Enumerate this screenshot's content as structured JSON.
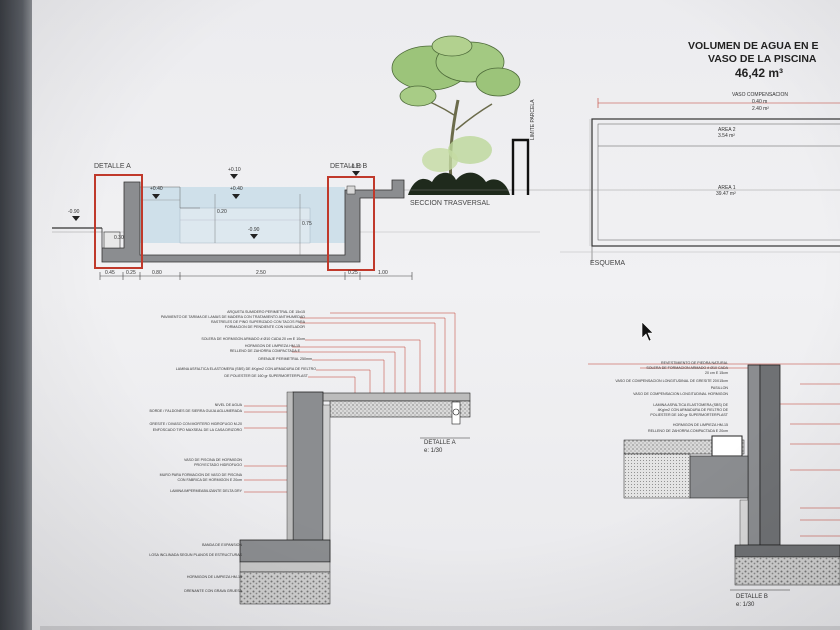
{
  "header": {
    "title_line1": "VOLUMEN DE AGUA EN E",
    "title_line2": "VASO DE LA PISCINA",
    "volume": "46,42 m³"
  },
  "plan": {
    "top_caption": "VASO COMPENSACION",
    "top_sub1": "0.40 m",
    "top_sub2": "2.40 m²",
    "area2_label": "AREA 2",
    "area2_value": "3.54 m²",
    "area1_label": "AREA 1",
    "area1_value": "39.47 m²",
    "corner_label": "ESQUEMA"
  },
  "section": {
    "detail_a": "DETALLE A",
    "detail_b": "DETALLE B",
    "section_label": "SECCION TRASVERSAL",
    "limit_label": "LIMITE PARCELA",
    "levels": [
      "+0.40",
      "+0.40",
      "+0.10",
      "-0.90",
      "-0.10",
      "-0.90"
    ],
    "dims": [
      "0.45",
      "0.25",
      "0.80",
      "2.50",
      "0.25",
      "1.00",
      "0.75",
      "0.20",
      "0.30"
    ]
  },
  "detail_a": {
    "caption": "DETALLE A",
    "scale": "e:   1/30",
    "notes_top": [
      "ARQUETA SUMIDERO PERIMETRAL DE 15x15",
      "PAVIMENTO DE TARIMA DE LAMAS DE MADERA CON TRATAMIENTO ANTIHUMEDAD",
      "RASTRELES DE PINO SUPERIZADO CON TACOS PARA",
      "FORMACION DE PENDIENTE CON NIVELADOR",
      "SOLERA DE HORMIGON ARMADO # Ø10 CADA 20 cm E 10cm",
      "HORMIGON DE LIMPIEZA HM-15",
      "RELLENO DE ZAHORRA COMPACTADA E",
      "DRENAJE PERIMETRAL 250mm",
      "LAMINA ASFALTICA ELASTOMERA (SBS) DE 4Kg/m2 CON ARMADURA DE FIELTRO",
      "DE POLIESTER DE 160 gr SUPERMORTERPLAST"
    ],
    "notes_left": [
      "NIVEL DE AGUA",
      "BORDE / FALDONES DE SIERRA GUIJA AGLUMERADA",
      "GRESITE / DIVASO CON MORTERO HIDROFUGO M-20",
      "ENFOSCADO TIPO MAXSEAL DE LA CASA DRIZORO",
      "VASO DE PISCINA DE HORMIGON",
      "PROYECTADO HIDROFUGO",
      "MURO PARA FORMACION DE VASO DE PISCINA",
      "CON FABRICA DE HORMIGON E 20cm",
      "LAMINA IMPERMEABILIZANTE DELTA DRY",
      "BANDA DE EXPANSION",
      "LOSA INCLINADA SEGUN PLANOS DE ESTRUCTURAS",
      "HORMIGON DE LIMPIEZA HM-15",
      "DRENANTE CON GRAVA GRUESA"
    ]
  },
  "detail_b": {
    "caption": "DETALLE B",
    "scale": "e:   1/30",
    "notes": [
      "REVESTIMIENTO DE PIEDRA NATURAL",
      "SOLERA DE FORMACION ARMADO # Ø10 CADA",
      "20 cm E 15cm",
      "VASO DE COMPENSACION LONGITUDINAL DE GRESITE 20X15cm",
      "PASILLON",
      "VASO DE COMPENSACION LONGITUDINAL HORMIGON",
      "LAMINA ASFALTICA ELASTOMERA (SBS) DE",
      "4Kg/m2 CON ARMADURA DE FIELTRO DE",
      "POLIESTER DE 160 gr SUPERMORTERPLAST",
      "HORMIGON DE LIMPIEZA HM-15",
      "RELLENO DE ZAHORRA COMPACTADA E 20cm"
    ]
  },
  "colors": {
    "highlight_box": "#c0392b",
    "concrete": "#8b8d90",
    "water": "#cfe0ea",
    "tree": "#8fb56c"
  }
}
